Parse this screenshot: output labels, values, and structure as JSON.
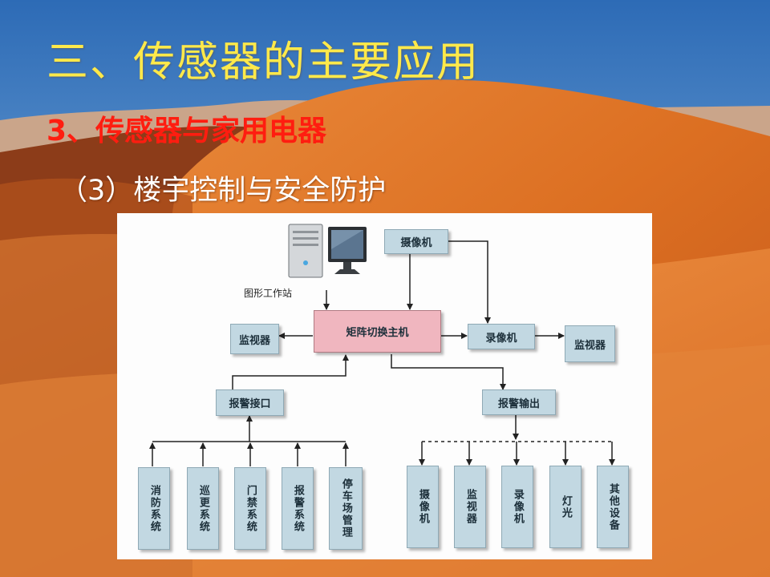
{
  "slide": {
    "title": "三、传感器的主要应用",
    "subtitle": "3、传感器与家用电器",
    "section": "（3）楼宇控制与安全防护"
  },
  "colors": {
    "title": "#ffe94a",
    "subtitle": "#ff1d10",
    "section": "#ffffff",
    "box": "#c2d8e2",
    "matrix_box": "#f0b6bf"
  },
  "diagram": {
    "workstation_label": "图形工作站",
    "camera_top": "摄像机",
    "monitor_left": "监视器",
    "matrix_switch": "矩阵切换主机",
    "recorder": "录像机",
    "monitor_right": "监视器",
    "alarm_interface": "报警接口",
    "alarm_output": "报警输出",
    "inputs": [
      "消防系统",
      "巡更系统",
      "门禁系统",
      "报警系统",
      "停车场管理"
    ],
    "outputs": [
      "摄像机",
      "监视器",
      "录像机",
      "灯光",
      "其他设备"
    ]
  }
}
